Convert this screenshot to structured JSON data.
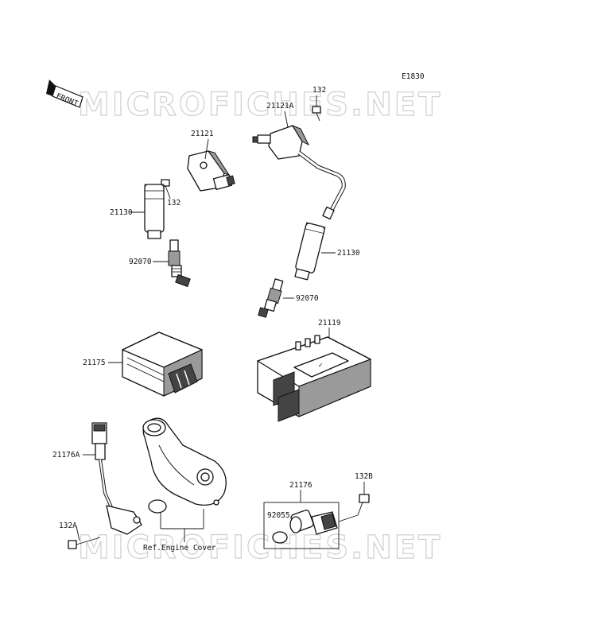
{
  "diagram": {
    "code": "E1830",
    "watermark": "MICROFICHES.NET",
    "front_label": "FRONT",
    "ref_note": "Ref.Engine Cover",
    "labels": {
      "p132_top": "132",
      "p21121A": "21121A",
      "p21121": "21121",
      "p132_mid": "132",
      "p21130_left": "21130",
      "p21130_right": "21130",
      "p92070_left": "92070",
      "p92070_right": "92070",
      "p21119": "21119",
      "p21175": "21175",
      "p21176A": "21176A",
      "p132A": "132A",
      "p21176": "21176",
      "p92055": "92055",
      "p132B": "132B"
    }
  }
}
